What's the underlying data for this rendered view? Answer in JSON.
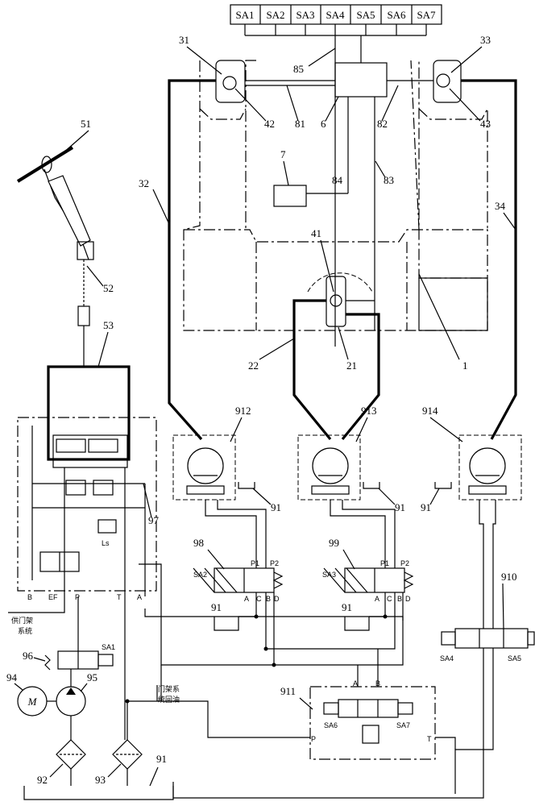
{
  "switch_labels": [
    "SA1",
    "SA2",
    "SA3",
    "SA4",
    "SA5",
    "SA6",
    "SA7"
  ],
  "callouts": {
    "c31": "31",
    "c33": "33",
    "c85": "85",
    "c42": "42",
    "c81": "81",
    "c6": "6",
    "c82": "82",
    "c43": "43",
    "c7": "7",
    "c84": "84",
    "c83": "83",
    "c32": "32",
    "c34": "34",
    "c51": "51",
    "c52": "52",
    "c53": "53",
    "c41": "41",
    "c22": "22",
    "c21": "21",
    "c1": "1",
    "c912": "912",
    "c913": "913",
    "c914": "914",
    "c97": "97",
    "c98": "98",
    "c99": "99",
    "c910": "910",
    "c96": "96",
    "c911": "911",
    "c94": "94",
    "c95": "95",
    "c92": "92",
    "c93": "93"
  },
  "tank_label": "91",
  "port_labels": {
    "B": "B",
    "EF": "EF",
    "P": "P",
    "T": "T",
    "A": "A",
    "P1": "P1",
    "P2": "P2",
    "C": "C",
    "D": "D",
    "Ls": "Ls"
  },
  "valve_signals": {
    "v98": "SA2",
    "v99": "SA3",
    "v910_left": "SA4",
    "v910_right": "SA5",
    "v911_left": "SA6",
    "v911_right": "SA7",
    "v96": "SA1"
  },
  "motor_symbol": "M",
  "annotations": {
    "mast_supply": "供门架\n系统",
    "mast_return": "门架系\n统回油"
  }
}
